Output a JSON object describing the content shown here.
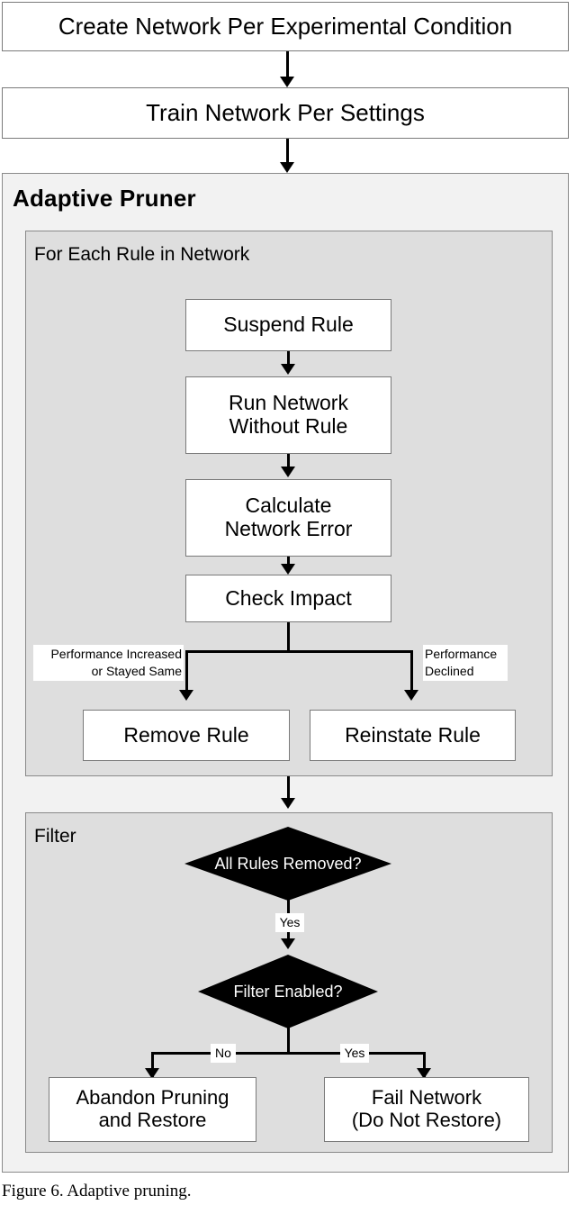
{
  "figure": {
    "caption": "Figure 6. Adaptive pruning.",
    "colors": {
      "panel_outer_bg": "#f2f2f2",
      "panel_inner_bg": "#dedede",
      "node_bg": "#ffffff",
      "node_border": "#7a7a7a",
      "decision_fill": "#000000",
      "decision_text": "#ffffff",
      "connector": "#000000"
    }
  },
  "chart_data": {
    "type": "diagram",
    "title": "Adaptive pruning",
    "nodes": [
      {
        "id": "create_network",
        "label": "Create Network Per Experimental Condition",
        "shape": "process"
      },
      {
        "id": "train_network",
        "label": "Train Network Per Settings",
        "shape": "process"
      },
      {
        "id": "suspend_rule",
        "label": "Suspend Rule",
        "shape": "process"
      },
      {
        "id": "run_without",
        "label": "Run Network\nWithout Rule",
        "shape": "process"
      },
      {
        "id": "calc_error",
        "label": "Calculate\nNetwork Error",
        "shape": "process"
      },
      {
        "id": "check_impact",
        "label": "Check Impact",
        "shape": "process"
      },
      {
        "id": "remove_rule",
        "label": "Remove Rule",
        "shape": "process"
      },
      {
        "id": "reinstate_rule",
        "label": "Reinstate Rule",
        "shape": "process"
      },
      {
        "id": "all_removed",
        "label": "All Rules Removed?",
        "shape": "decision"
      },
      {
        "id": "filter_enabled",
        "label": "Filter Enabled?",
        "shape": "decision"
      },
      {
        "id": "abandon",
        "label": "Abandon Pruning\nand Restore",
        "shape": "process"
      },
      {
        "id": "fail_network",
        "label": "Fail Network\n(Do Not Restore)",
        "shape": "process"
      }
    ],
    "containers": [
      {
        "id": "adaptive_pruner",
        "label": "Adaptive Pruner"
      },
      {
        "id": "for_each_rule",
        "label": "For Each Rule in Network"
      },
      {
        "id": "filter",
        "label": "Filter"
      }
    ],
    "edges": [
      {
        "from": "create_network",
        "to": "train_network",
        "label": ""
      },
      {
        "from": "train_network",
        "to": "adaptive_pruner",
        "label": ""
      },
      {
        "from": "suspend_rule",
        "to": "run_without",
        "label": ""
      },
      {
        "from": "run_without",
        "to": "calc_error",
        "label": ""
      },
      {
        "from": "calc_error",
        "to": "check_impact",
        "label": ""
      },
      {
        "from": "check_impact",
        "to": "remove_rule",
        "label": "Performance Increased\nor Stayed Same"
      },
      {
        "from": "check_impact",
        "to": "reinstate_rule",
        "label": "Performance\nDeclined"
      },
      {
        "from": "for_each_rule",
        "to": "all_removed",
        "label": ""
      },
      {
        "from": "all_removed",
        "to": "filter_enabled",
        "label": "Yes"
      },
      {
        "from": "filter_enabled",
        "to": "abandon",
        "label": "No"
      },
      {
        "from": "filter_enabled",
        "to": "fail_network",
        "label": "Yes"
      }
    ]
  },
  "boxes": {
    "create_network": "Create Network Per Experimental Condition",
    "train_network": "Train Network Per Settings",
    "adaptive_pruner_title": "Adaptive Pruner",
    "for_each_rule_title": "For Each Rule in Network",
    "suspend_rule": "Suspend Rule",
    "run_without_rule": "Run Network\nWithout Rule",
    "calculate_error": "Calculate\nNetwork Error",
    "check_impact": "Check Impact",
    "remove_rule": "Remove Rule",
    "reinstate_rule": "Reinstate Rule",
    "filter_title": "Filter",
    "all_rules_removed": "All Rules Removed?",
    "filter_enabled": "Filter Enabled?",
    "abandon_pruning": "Abandon Pruning\nand Restore",
    "fail_network": "Fail Network\n(Do Not Restore)"
  },
  "edge_labels": {
    "performance_increased": "Performance Increased\nor Stayed Same",
    "performance_declined": "Performance\nDeclined",
    "all_removed_yes": "Yes",
    "filter_no": "No",
    "filter_yes": "Yes"
  }
}
